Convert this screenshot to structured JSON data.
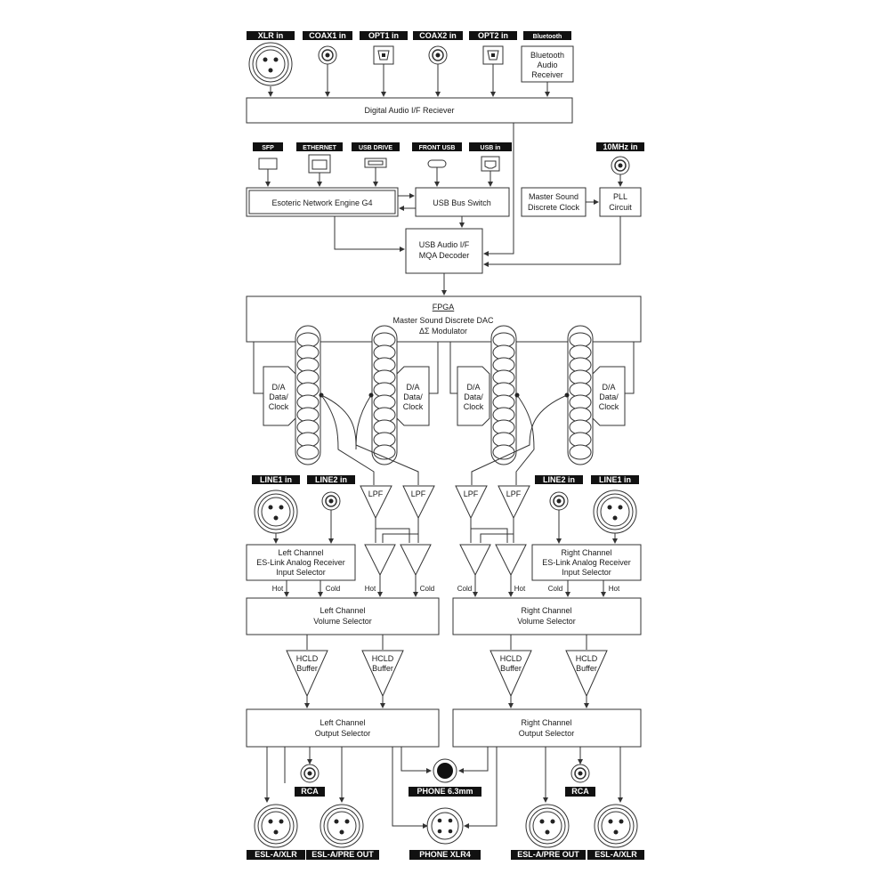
{
  "inputs_top": {
    "xlr": "XLR in",
    "coax1": "COAX1 in",
    "opt1": "OPT1 in",
    "coax2": "COAX2 in",
    "opt2": "OPT2 in",
    "bluetooth": "Bluetooth"
  },
  "bt_receiver": [
    "Bluetooth",
    "Audio",
    "Receiver"
  ],
  "digital_receiver": "Digital Audio I/F Reciever",
  "ports": {
    "sfp": "SFP",
    "ethernet": "ETHERNET",
    "usb_drive": "USB DRIVE",
    "front_usb": "FRONT USB",
    "usb_in": "USB in",
    "tenmhz": "10MHz in"
  },
  "network_engine": "Esoteric Network Engine G4",
  "usb_switch": "USB Bus Switch",
  "master_clock": [
    "Master Sound",
    "Discrete Clock"
  ],
  "pll": [
    "PLL",
    "Circuit"
  ],
  "usb_decoder": [
    "USB Audio I/F",
    "MQA Decoder"
  ],
  "fpga": [
    "FPGA",
    "Master Sound Discrete DAC",
    "ΔΣ Modulator"
  ],
  "da": [
    "D/A",
    "Data/",
    "Clock"
  ],
  "lpf": "LPF",
  "line_inputs": {
    "line1": "LINE1 in",
    "line2": "LINE2 in"
  },
  "left_receiver": [
    "Left Channel",
    "ES-Link Analog Receiver",
    "Input Selector"
  ],
  "right_receiver": [
    "Right Channel",
    "ES-Link Analog Receiver",
    "Input Selector"
  ],
  "hot": "Hot",
  "cold": "Cold",
  "left_volume": [
    "Left Channel",
    "Volume Selector"
  ],
  "right_volume": [
    "Right Channel",
    "Volume Selector"
  ],
  "hcld": [
    "HCLD",
    "Buffer"
  ],
  "left_output": [
    "Left Channel",
    "Output Selector"
  ],
  "right_output": [
    "Right Channel",
    "Output Selector"
  ],
  "outputs": {
    "rca": "RCA",
    "phone63": "PHONE 6.3mm",
    "phone_xlr4": "PHONE XLR4",
    "esl_xlr": "ESL-A/XLR",
    "esl_pre": "ESL-A/PRE OUT"
  }
}
